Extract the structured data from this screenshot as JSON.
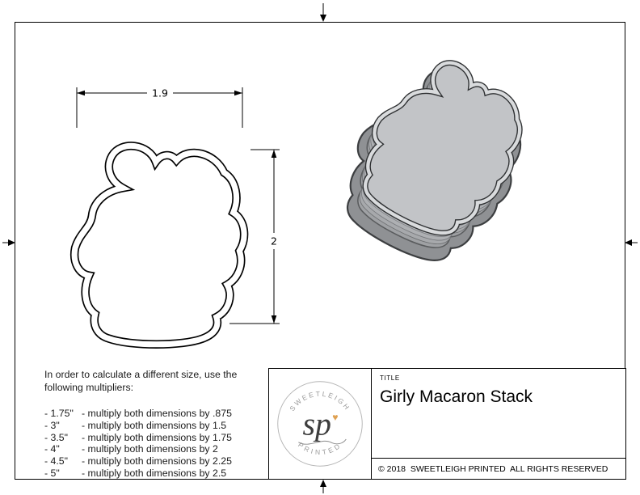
{
  "sheet": {
    "background": "#ffffff",
    "border_color": "#000000"
  },
  "drawing": {
    "dim_width_label": "1.9",
    "dim_height_label": "2"
  },
  "instructions": {
    "intro": "In order to calculate a different size, use the following multipliers:",
    "multipliers": [
      {
        "size": "- 1.75\"",
        "rule": "- multiply both dimensions by .875"
      },
      {
        "size": "- 3\"",
        "rule": "- multiply both dimensions by 1.5"
      },
      {
        "size": "- 3.5\"",
        "rule": "- multiply both dimensions by 1.75"
      },
      {
        "size": "- 4\"",
        "rule": "- multiply both dimensions by 2"
      },
      {
        "size": "- 4.5\"",
        "rule": "- multiply both dimensions by 2.25"
      },
      {
        "size": "- 5\"",
        "rule": "- multiply both dimensions by 2.5"
      }
    ]
  },
  "title_block": {
    "title_label": "TITLE",
    "title": "Girly Macaron Stack",
    "copyright": "© 2018  SWEETLEIGH PRINTED  ALL RIGHTS RESERVED"
  },
  "logo": {
    "arc_top": "SWEETLEIGH",
    "arc_bottom": "PRINTED",
    "monogram": "sp",
    "heart_icon": "♥"
  }
}
